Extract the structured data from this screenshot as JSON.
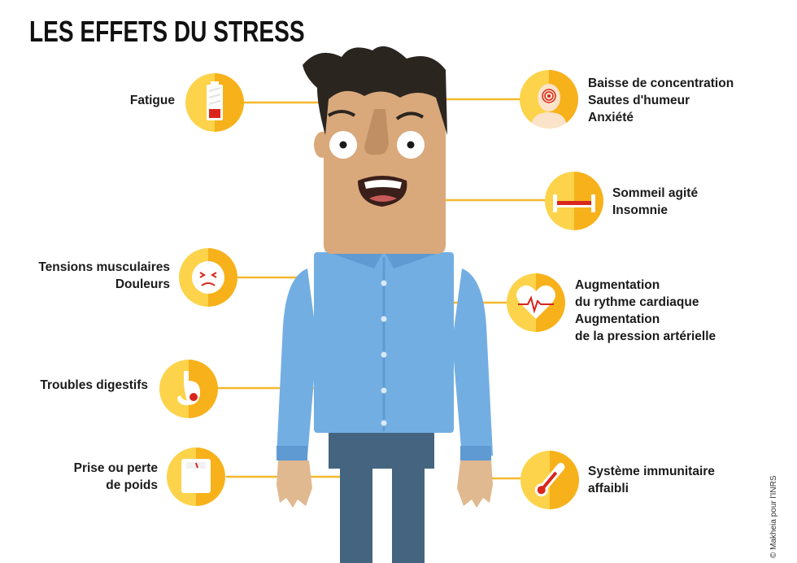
{
  "title": "LES EFFETS DU STRESS",
  "credit": "© Makheia pour l'INRS",
  "effects_left": [
    {
      "lines": [
        "Fatigue"
      ],
      "icon": "battery-low-icon"
    },
    {
      "lines": [
        "Tensions musculaires",
        "Douleurs"
      ],
      "icon": "pained-face-icon"
    },
    {
      "lines": [
        "Troubles digestifs"
      ],
      "icon": "stomach-icon"
    },
    {
      "lines": [
        "Prise ou perte",
        "de poids"
      ],
      "icon": "scale-icon"
    }
  ],
  "effects_right": [
    {
      "lines": [
        "Baisse de concentration",
        "Sautes d'humeur",
        "Anxiété"
      ],
      "icon": "spiral-head-icon"
    },
    {
      "lines": [
        "Sommeil agité",
        "Insomnie"
      ],
      "icon": "bed-icon"
    },
    {
      "lines": [
        "Augmentation",
        "du rythme cardiaque",
        "Augmentation",
        "de la pression artérielle"
      ],
      "icon": "heart-pulse-icon"
    },
    {
      "lines": [
        "Système immunitaire",
        "affaibli"
      ],
      "icon": "thermometer-icon"
    }
  ],
  "colors": {
    "icon_light": "#fcd34a",
    "icon_dark": "#f7b11a",
    "connector": "#f5b82e",
    "skin": "#d9a97c",
    "shirt": "#73aee3",
    "pants": "#44647f",
    "hair": "#2b2520"
  }
}
